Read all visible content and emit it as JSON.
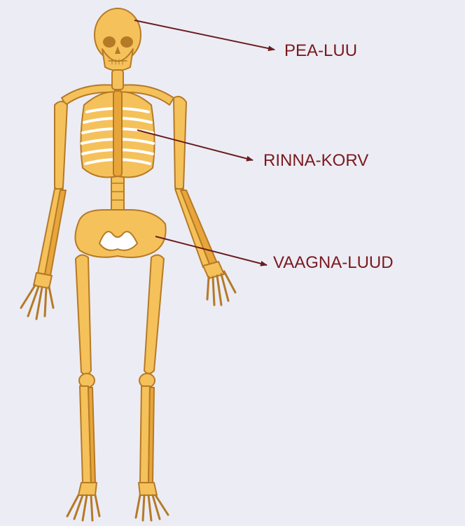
{
  "diagram": {
    "labels": [
      {
        "id": "skull",
        "text": "PEA-LUU"
      },
      {
        "id": "ribcage",
        "text": "RINNA-KORV"
      },
      {
        "id": "pelvis",
        "text": "VAAGNA-LUUD"
      }
    ]
  },
  "colors": {
    "background": "#ececf5",
    "bone_fill": "#f5c15a",
    "bone_shadow": "#e8a53a",
    "bone_outline": "#b57a26",
    "cavity": "#ffffff",
    "leader_line": "#6b1c1e",
    "label_text": "#7a1a1c"
  }
}
